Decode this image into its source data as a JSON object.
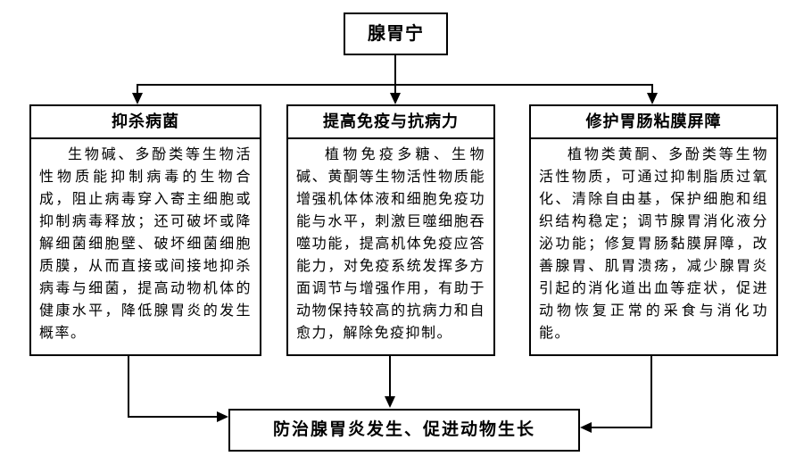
{
  "diagram": {
    "root": "腺胃宁",
    "branches": [
      {
        "header": "抑杀病菌",
        "body": "生物碱、多酚类等生物活性物质能抑制病毒的生物合成，阻止病毒穿入寄主细胞或抑制病毒释放；还可破坏或降解细菌细胞壁、破坏细菌细胞质膜，从而直接或间接地抑杀病毒与细菌，提高动物机体的健康水平，降低腺胃炎的发生概率。"
      },
      {
        "header": "提高免疫与抗病力",
        "body": "植物免疫多糖、生物碱、黄酮等生物活性物质能增强机体体液和细胞免疫功能与水平，刺激巨噬细胞吞噬功能，提高机体免疫应答能力，对免疫系统发挥多方面调节与增强作用，有助于动物保持较高的抗病力和自愈力，解除免疫抑制。"
      },
      {
        "header": "修护胃肠粘膜屏障",
        "body": "植物类黄酮、多酚类等生物活性物质，可通过抑制脂质过氧化、清除自由基，保护细胞和组织结构稳定；调节腺胃消化液分泌功能；修复胃肠黏膜屏障，改善腺胃、肌胃溃疡，减少腺胃炎引起的消化道出血等症状，促进动物恢复正常的采食与消化功能。"
      }
    ],
    "outcome": "防治腺胃炎发生、促进动物生长"
  },
  "colors": {
    "line": "#000000",
    "border": "#000000",
    "text": "#000000",
    "background": "#ffffff"
  }
}
